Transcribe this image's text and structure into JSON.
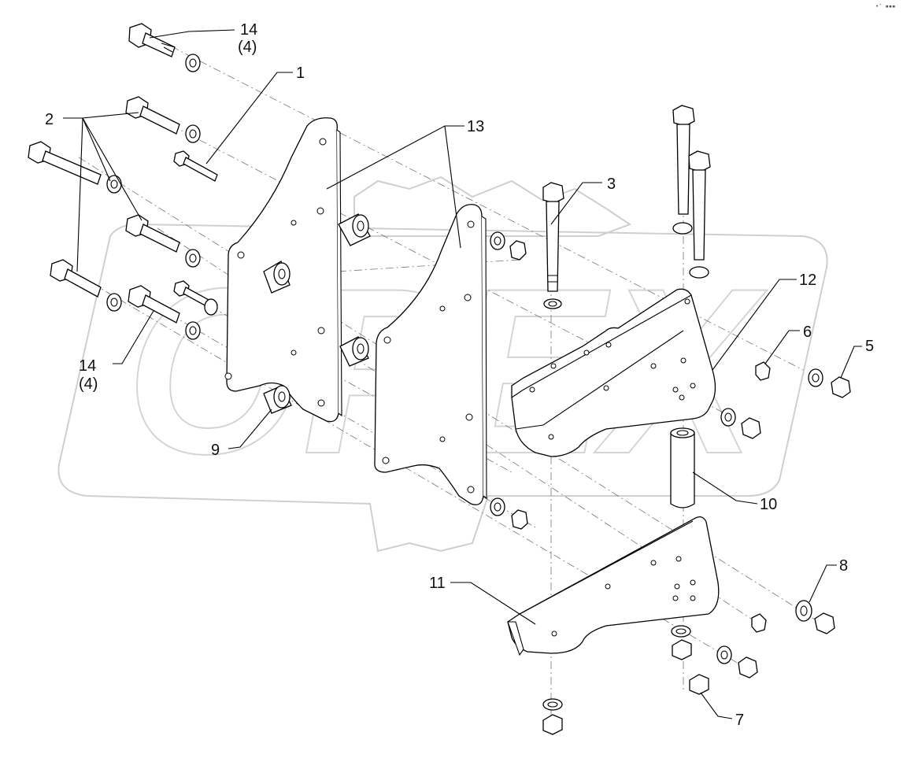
{
  "diagram": {
    "watermark_text": "OPEX",
    "corner_mark": "•″ ▪▪▪",
    "labels": [
      {
        "id": "14a",
        "number": "14",
        "qty": "(4)"
      },
      {
        "id": "1",
        "number": "1"
      },
      {
        "id": "2",
        "number": "2"
      },
      {
        "id": "13",
        "number": "13"
      },
      {
        "id": "3",
        "number": "3"
      },
      {
        "id": "12",
        "number": "12"
      },
      {
        "id": "6",
        "number": "6"
      },
      {
        "id": "5",
        "number": "5"
      },
      {
        "id": "14b",
        "number": "14",
        "qty": "(4)"
      },
      {
        "id": "9",
        "number": "9"
      },
      {
        "id": "10",
        "number": "10"
      },
      {
        "id": "8",
        "number": "8"
      },
      {
        "id": "11",
        "number": "11"
      },
      {
        "id": "7",
        "number": "7"
      }
    ]
  }
}
